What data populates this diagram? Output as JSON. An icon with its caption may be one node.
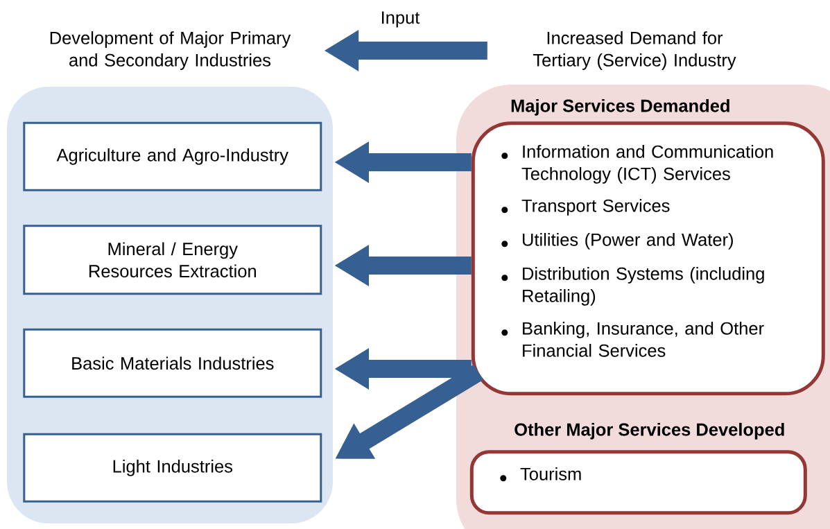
{
  "diagram": {
    "nodes": [
      {
        "text": [
          "Development of Major Primary and Secondary Industries"
        ]
      },
      {
        "text": [
          "Increased Demand for Tertiary (Service) Industry"
        ]
      },
      {
        "text": [],
        "shape": "box"
      },
      {
        "text": [
          "Agriculture and Agro-Industry"
        ],
        "in": 2
      },
      {
        "text": [
          "Mineral / Energy Resources Extraction"
        ],
        "in": 2
      },
      {
        "text": [
          "Basic Materials Industries"
        ],
        "in": 2
      },
      {
        "text": [
          "Light Industries"
        ],
        "in": 2
      },
      {
        "text": [],
        "shape": "box"
      },
      {
        "text": [
          "Major Services Demanded",
          "Information and Communication Technology (ICT) Services",
          "Transport Services",
          "Utilities (Power and Water)",
          "Distribution Systems (including Retailing)",
          "Banking, Insurance, and Other Financial Services"
        ],
        "in": 7
      },
      {
        "text": [
          "Other Major Services Developed",
          "Tourism"
        ],
        "in": 7
      }
    ],
    "edges": [
      {
        "from": 1,
        "to": 0,
        "arrow": "to",
        "label": "Input"
      },
      {
        "from": 8,
        "to": 3,
        "arrow": "to"
      },
      {
        "from": 8,
        "to": 4,
        "arrow": "to"
      },
      {
        "from": 8,
        "to": 5,
        "arrow": "to"
      },
      {
        "from": 8,
        "to": 6,
        "arrow": "to"
      }
    ]
  }
}
